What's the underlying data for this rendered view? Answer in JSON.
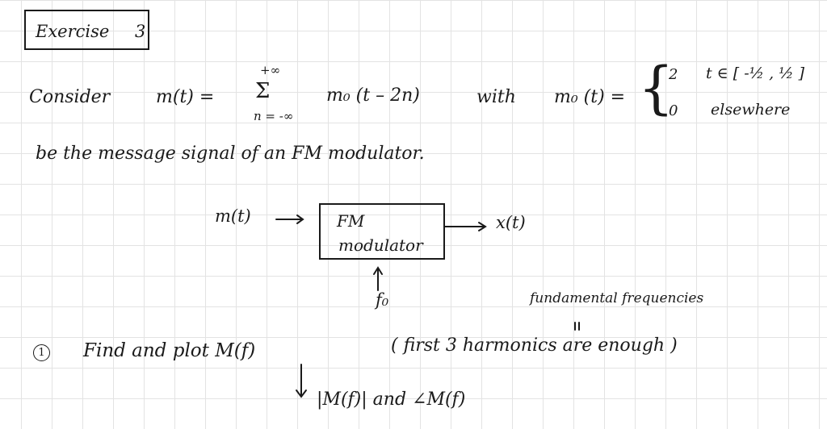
{
  "title": {
    "label": "Exercise",
    "number": "3"
  },
  "equation": {
    "consider": "Consider",
    "lhs": "m(t) =",
    "sum_top": "+∞",
    "sum_sign": "Σ",
    "sum_bottom": "n = -∞",
    "term": "m₀ (t – 2n)",
    "with": "with",
    "def_lhs": "m₀ (t) =",
    "case1_val": "2",
    "case1_cond": "t ∈ [ -½ , ½ ]",
    "case2_val": "0",
    "case2_cond": "elsewhere"
  },
  "line2": "be the message signal of an FM modulator.",
  "diagram": {
    "input": "m(t)",
    "box_line1": "FM",
    "box_line2": "modulator",
    "output": "x(t)",
    "param": "f₀"
  },
  "note": "fundamental frequencies",
  "question": {
    "number": "1",
    "text": "Find and plot  M(f)",
    "paren": "( first 3 harmonics are enough )",
    "followup": "|M(f)|  and  ∠M(f)"
  }
}
